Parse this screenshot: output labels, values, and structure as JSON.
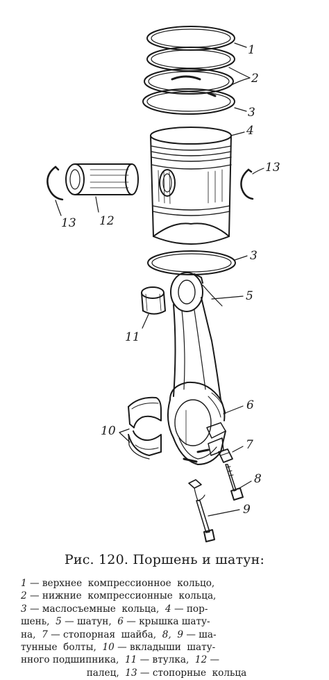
{
  "figure": {
    "labels": {
      "l1": "1",
      "l2": "2",
      "l3a": "3",
      "l4": "4",
      "l13a": "13",
      "l13b": "13",
      "l12": "12",
      "l3b": "3",
      "l5": "5",
      "l11": "11",
      "l6": "6",
      "l10": "10",
      "l7": "7",
      "l8": "8",
      "l9": "9"
    }
  },
  "caption": {
    "title": "Рис. 120. Поршень и шатун:",
    "legend": [
      [
        "1",
        " — верхнее  компрессионное  кольцо,"
      ],
      [
        "2",
        " — нижние  компрессионные  кольца,"
      ],
      [
        "3",
        " — маслосъемные  кольца,  ",
        "4",
        " — пор-"
      ],
      [
        "шень,  ",
        "5",
        " — шатун,  ",
        "6",
        " — крышка шату-"
      ],
      [
        "на,  ",
        "7",
        " — стопорная  шайба,  ",
        "8,  9",
        " — ша-"
      ],
      [
        "тунные  болты,  ",
        "10",
        " — вкладыши  шату-"
      ],
      [
        "нного подшипника,  ",
        "11",
        " — втулка,  ",
        "12",
        " —"
      ],
      [
        "палец,  ",
        "13",
        " — стопорные  кольца"
      ]
    ]
  }
}
